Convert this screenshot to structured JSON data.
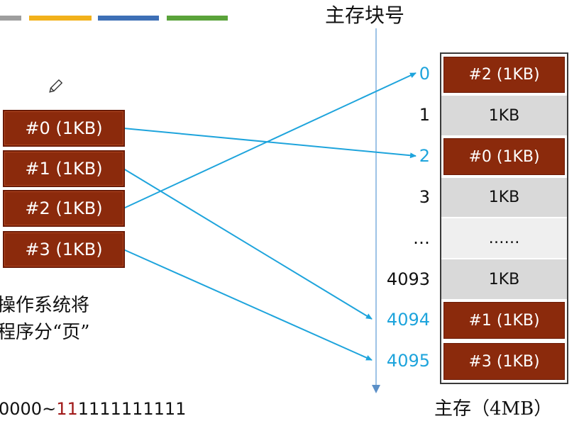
{
  "colors": {
    "page_fill": "#8b2a0c",
    "arrow": "#1ea4dc",
    "empty_block": "#d9d9d9",
    "bar1": "#9e9e9e",
    "bar2": "#f2b11b",
    "bar3": "#3d6fb6",
    "bar4": "#5aa33a"
  },
  "diagram": {
    "mem_title": "主存块号",
    "program_pages": [
      "#0 (1KB)",
      "#1 (1KB)",
      "#2 (1KB)",
      "#3 (1KB)"
    ],
    "memory_blocks": [
      {
        "index": "0",
        "content": "#2 (1KB)",
        "used": true
      },
      {
        "index": "1",
        "content": "1KB",
        "used": false
      },
      {
        "index": "2",
        "content": "#0 (1KB)",
        "used": true
      },
      {
        "index": "3",
        "content": "1KB",
        "used": false
      },
      {
        "index": "…",
        "content": "……",
        "used": false
      },
      {
        "index": "4093",
        "content": "1KB",
        "used": false
      },
      {
        "index": "4094",
        "content": "#1 (1KB)",
        "used": true
      },
      {
        "index": "4095",
        "content": "#3 (1KB)",
        "used": true
      }
    ],
    "mapping": [
      {
        "page": "#0",
        "block": "2"
      },
      {
        "page": "#1",
        "block": "4094"
      },
      {
        "page": "#2",
        "block": "0"
      },
      {
        "page": "#3",
        "block": "4095"
      }
    ],
    "caption_line1": "操作系统将",
    "caption_line2": "程序分“页”",
    "binary_prefix": "0000~",
    "binary_red": "11",
    "binary_rest": "1111111111",
    "mem_label": "主存（4MB）"
  }
}
